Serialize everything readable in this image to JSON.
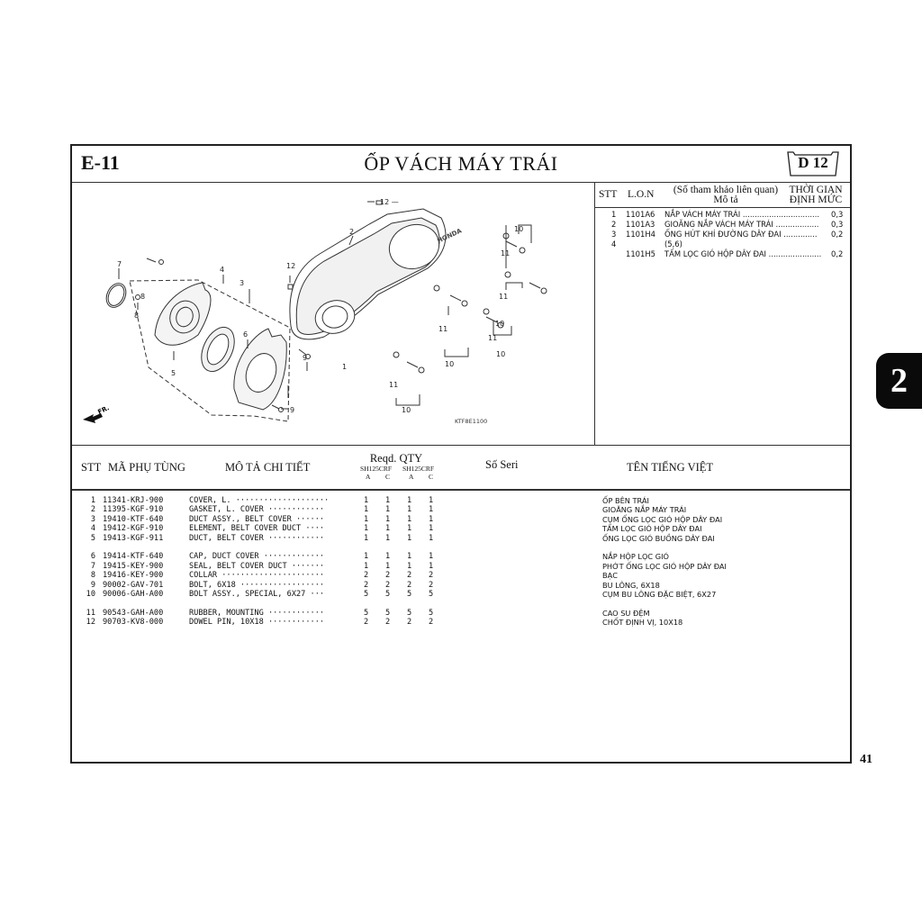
{
  "header": {
    "section_code": "E-11",
    "title": "ỐP VÁCH MÁY TRÁI",
    "badge": "D 12"
  },
  "diagram": {
    "code": "KTF8E1100",
    "front_label": "FR.",
    "brand_label": "HONDA",
    "callouts": [
      "1",
      "2",
      "3",
      "4",
      "5",
      "6",
      "7",
      "8",
      "8",
      "9",
      "9",
      "10",
      "10",
      "10",
      "10",
      "10",
      "11",
      "11",
      "11",
      "11",
      "11",
      "12",
      "12"
    ]
  },
  "labor_table": {
    "headers": {
      "stt": "STT",
      "lon": "L.O.N",
      "desc_line1": "(Số tham khảo liên quan)",
      "desc_line2": "Mô tả",
      "time_line1": "THỜI GIAN",
      "time_line2": "ĐỊNH MỨC"
    },
    "rows": [
      {
        "stt": "1",
        "lon": "1101A6",
        "desc": "NẮP VÁCH MÁY TRÁI ................................",
        "time": "0,3"
      },
      {
        "stt": "2",
        "lon": "1101A3",
        "desc": "GIOĂNG NẮP VÁCH MÁY TRÁI ..................",
        "time": "0,3"
      },
      {
        "stt": "3",
        "lon": "1101H4",
        "desc": "ỐNG HÚT KHÍ ĐƯỜNG DÂY ĐAI ..............",
        "time": "0,2"
      },
      {
        "stt": "4",
        "lon": "",
        "desc": "(5,6)",
        "time": ""
      },
      {
        "stt": "",
        "lon": "1101H5",
        "desc": "TẤM LỌC GIÓ HỘP DÂY ĐAI ......................",
        "time": "0,2"
      }
    ]
  },
  "parts_table": {
    "headers": {
      "stt": "STT",
      "part_no": "MÃ PHỤ TÙNG",
      "desc": "MÔ TẢ CHI TIẾT",
      "qty": "Reqd. QTY",
      "model_1": "SH125CRF",
      "model_2": "SH125CRF",
      "col_a1": "A",
      "col_c1": "C",
      "col_a2": "A",
      "col_c2": "C",
      "serial": "Số Seri",
      "viet": "TÊN TIẾNG VIỆT"
    },
    "groups": [
      [
        {
          "stt": "1",
          "part_no": "11341-KRJ-900",
          "desc": "COVER, L. ····················",
          "q": [
            "1",
            "1",
            "1",
            "1"
          ],
          "viet": "ỐP BÊN TRÁI"
        },
        {
          "stt": "2",
          "part_no": "11395-KGF-910",
          "desc": "GASKET, L. COVER ············",
          "q": [
            "1",
            "1",
            "1",
            "1"
          ],
          "viet": "GIOĂNG NẮP MÁY TRÁI"
        },
        {
          "stt": "3",
          "part_no": "19410-KTF-640",
          "desc": "DUCT ASSY., BELT COVER ······",
          "q": [
            "1",
            "1",
            "1",
            "1"
          ],
          "viet": "CỤM ỐNG LỌC GIÓ HỘP DÂY ĐAI"
        },
        {
          "stt": "4",
          "part_no": "19412-KGF-910",
          "desc": "ELEMENT, BELT COVER DUCT ····",
          "q": [
            "1",
            "1",
            "1",
            "1"
          ],
          "viet": "TẤM LỌC GIÓ HỘP DÂY ĐAI"
        },
        {
          "stt": "5",
          "part_no": "19413-KGF-911",
          "desc": "DUCT, BELT COVER ············",
          "q": [
            "1",
            "1",
            "1",
            "1"
          ],
          "viet": "ỐNG LỌC GIÓ BUỒNG DÂY ĐAI"
        }
      ],
      [
        {
          "stt": "6",
          "part_no": "19414-KTF-640",
          "desc": "CAP, DUCT COVER ·············",
          "q": [
            "1",
            "1",
            "1",
            "1"
          ],
          "viet": "NẮP HỘP LỌC GIÓ"
        },
        {
          "stt": "7",
          "part_no": "19415-KEY-900",
          "desc": "SEAL, BELT COVER DUCT ·······",
          "q": [
            "1",
            "1",
            "1",
            "1"
          ],
          "viet": "PHỚT ỐNG LỌC GIÓ HỘP DÂY ĐAI"
        },
        {
          "stt": "8",
          "part_no": "19416-KEY-900",
          "desc": "COLLAR ······················",
          "q": [
            "2",
            "2",
            "2",
            "2"
          ],
          "viet": "BẠC"
        },
        {
          "stt": "9",
          "part_no": "90002-GAV-701",
          "desc": "BOLT, 6X18 ··················",
          "q": [
            "2",
            "2",
            "2",
            "2"
          ],
          "viet": "BU LÔNG, 6X18"
        },
        {
          "stt": "10",
          "part_no": "90006-GAH-A00",
          "desc": "BOLT ASSY., SPECIAL, 6X27 ···",
          "q": [
            "5",
            "5",
            "5",
            "5"
          ],
          "viet": "CỤM BU LÔNG ĐẶC BIỆT, 6X27"
        }
      ],
      [
        {
          "stt": "11",
          "part_no": "90543-GAH-A00",
          "desc": "RUBBER, MOUNTING ············",
          "q": [
            "5",
            "5",
            "5",
            "5"
          ],
          "viet": "CAO SU ĐỆM"
        },
        {
          "stt": "12",
          "part_no": "90703-KV8-000",
          "desc": "DOWEL PIN, 10X18 ············",
          "q": [
            "2",
            "2",
            "2",
            "2"
          ],
          "viet": "CHỐT ĐỊNH VỊ, 10X18"
        }
      ]
    ]
  },
  "side_tab": "2",
  "page_number": "41"
}
